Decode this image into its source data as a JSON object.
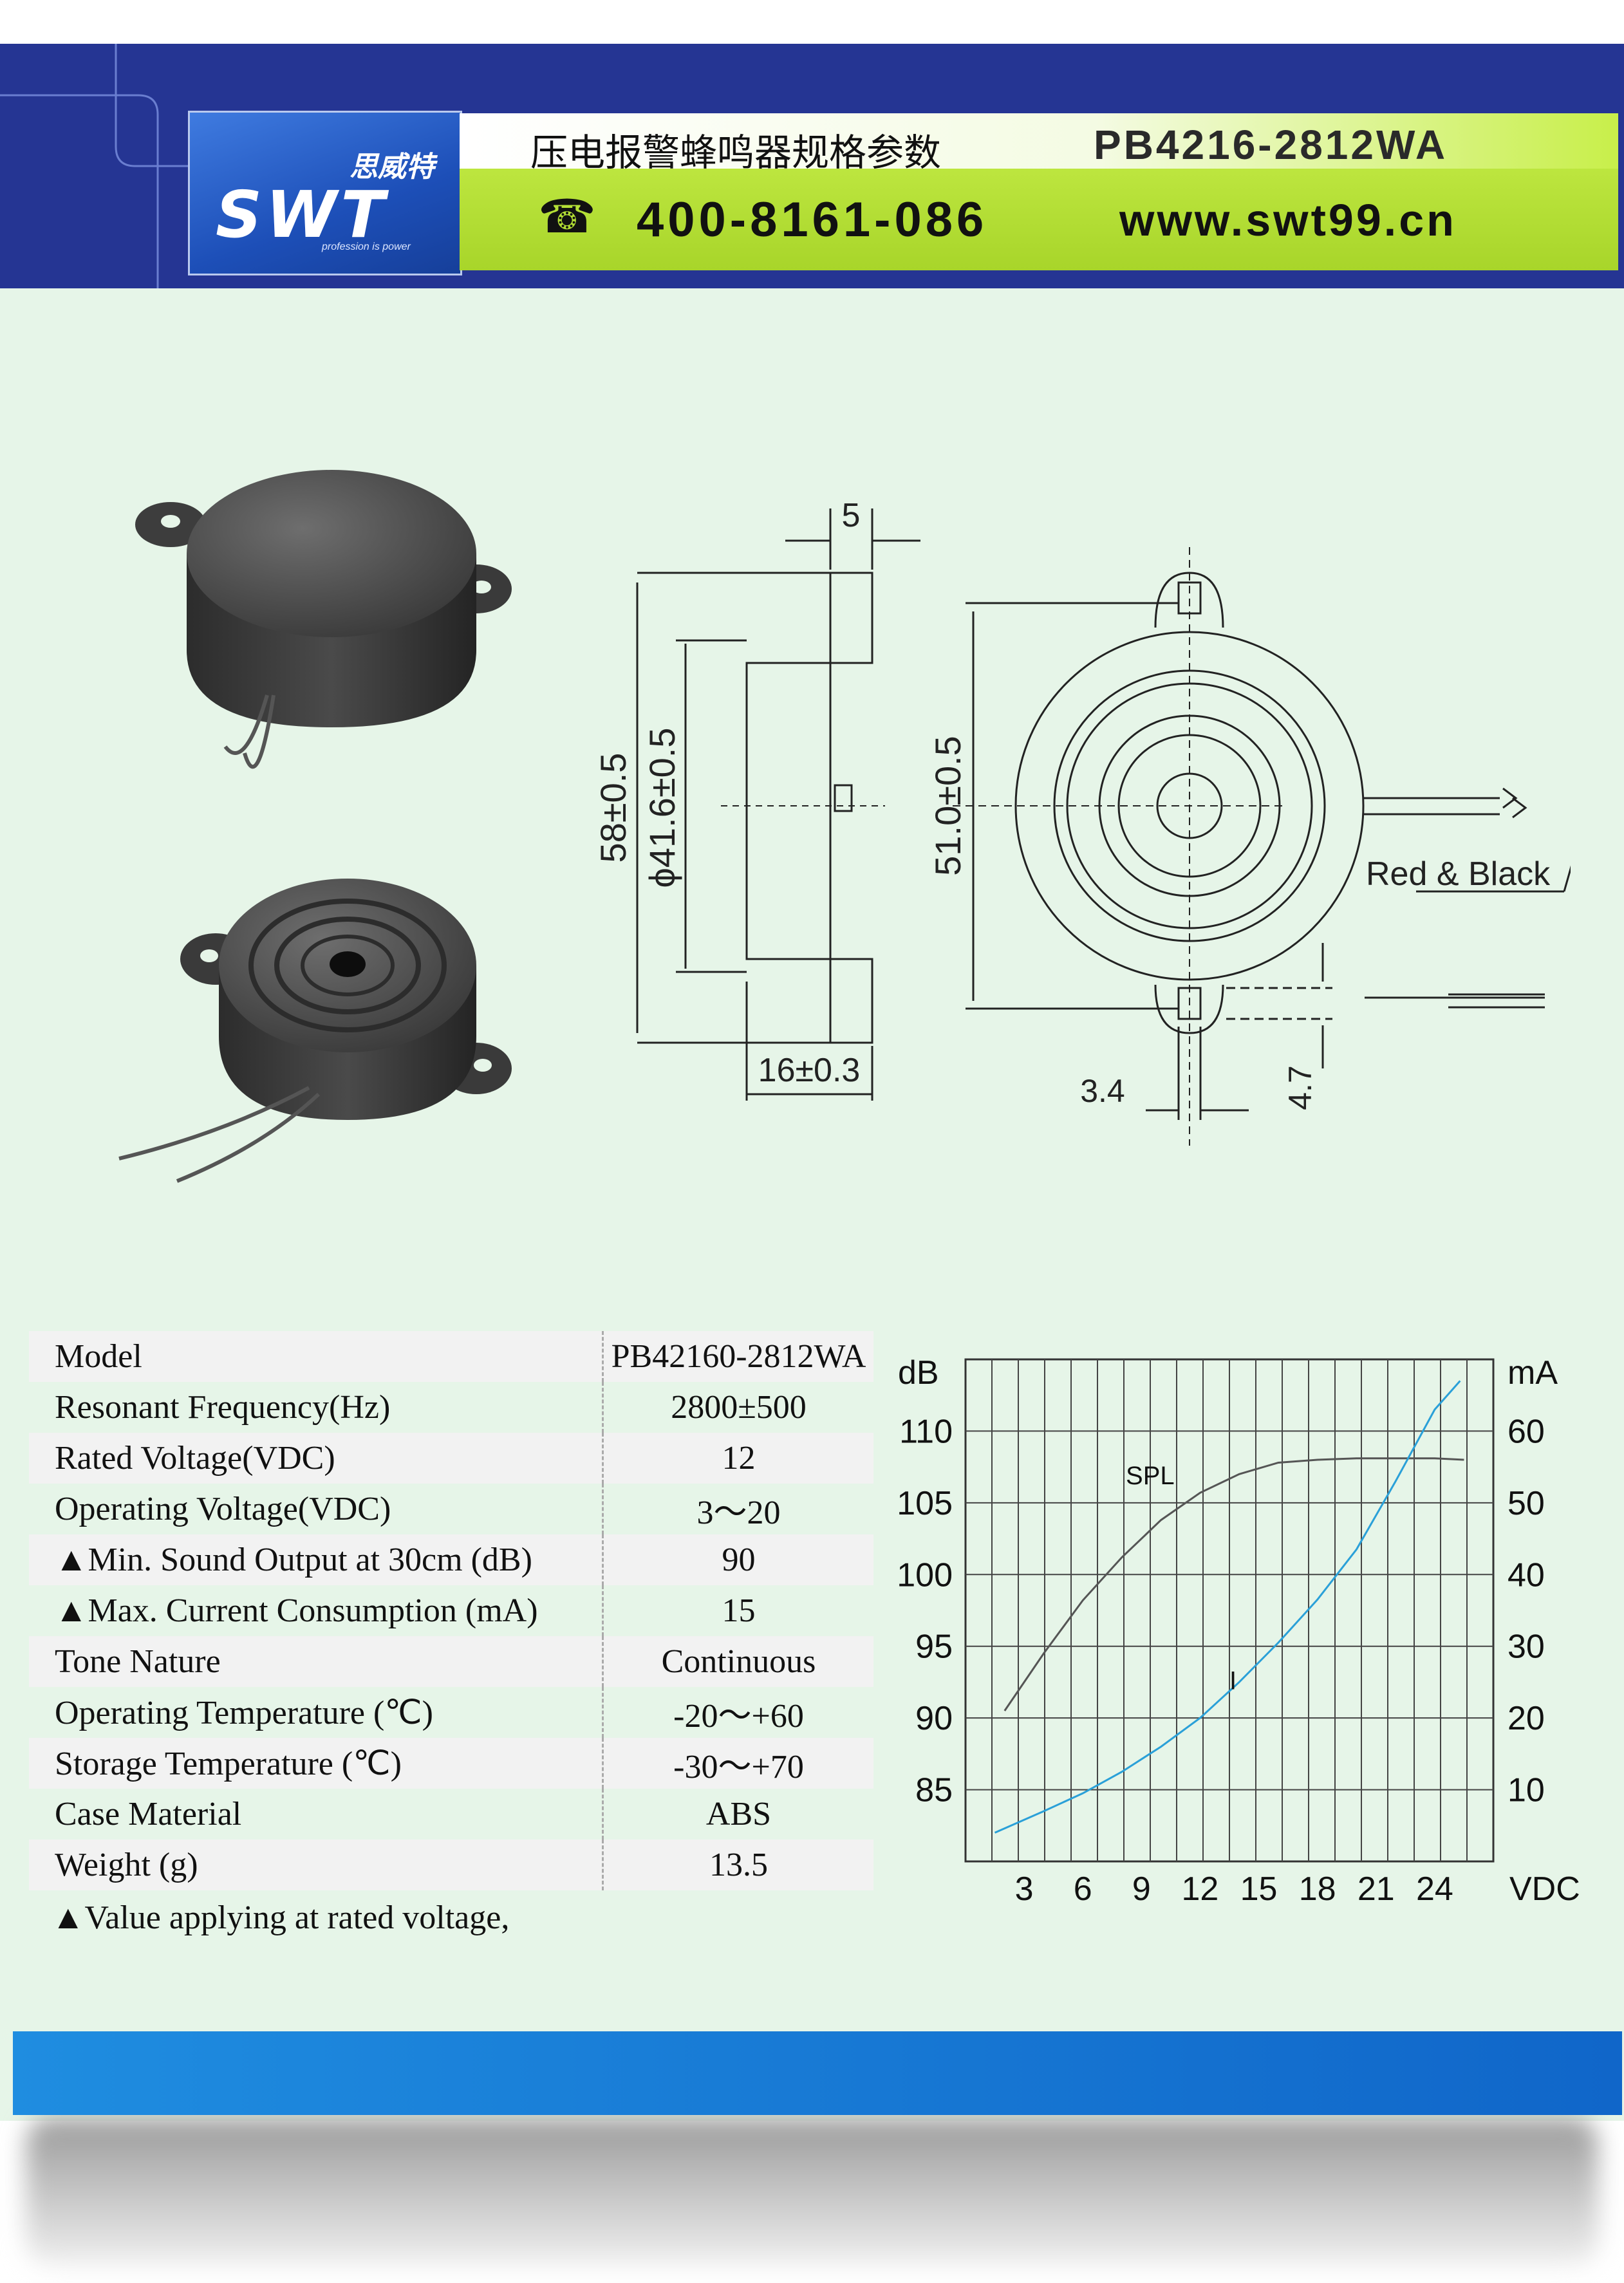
{
  "header": {
    "logo_cn": "思威特",
    "logo_en": "SWT",
    "logo_slogan": "profession is power",
    "title_cn": "压电报警蜂鸣器规格参数",
    "title_model": "PB4216-2812WA",
    "phone_icon": "telephone-icon",
    "phone": "400-8161-086",
    "website": "www.swt99.cn"
  },
  "drawing": {
    "dim_thickness": "5",
    "dim_total_length": "58±0.5",
    "dim_diameter": "ϕ41.6±0.5",
    "dim_height": "16±0.3",
    "dim_hole_pitch": "51.0±0.5",
    "dim_slot_width": "3.4",
    "dim_slot_height": "4.7",
    "wire_label": "Red & Black"
  },
  "specs": [
    {
      "label": "Model",
      "value": "PB42160-2812WA"
    },
    {
      "label": "Resonant Frequency(Hz)",
      "value": "2800±500"
    },
    {
      "label": "Rated Voltage(VDC)",
      "value": "12"
    },
    {
      "label": "Operating Voltage(VDC)",
      "value": "3～20"
    },
    {
      "label": "▲Min. Sound Output at 30cm (dB)",
      "value": "90"
    },
    {
      "label": "▲Max. Current Consumption (mA)",
      "value": "15"
    },
    {
      "label": "Tone  Nature",
      "value": "Continuous"
    },
    {
      "label": "Operating Temperature (℃)",
      "value": "-20～+60"
    },
    {
      "label": "Storage Temperature (℃)",
      "value": "-30～+70"
    },
    {
      "label": "Case Material",
      "value": "ABS"
    },
    {
      "label": "Weight (g)",
      "value": "13.5"
    }
  ],
  "footnote": "▲Value applying at rated voltage,",
  "colors": {
    "header_blue": "#253593",
    "header_green": "#b8e23a",
    "page_bg": "#e6f5e8",
    "current_curve": "#2aa0d8"
  },
  "chart_data": {
    "type": "line",
    "xlabel": "VDC",
    "ylabel_left": "dB",
    "ylabel_right": "mA",
    "x_ticks": [
      3,
      6,
      9,
      12,
      15,
      18,
      21,
      24
    ],
    "y_left_ticks": [
      85,
      90,
      95,
      100,
      105,
      110
    ],
    "y_right_ticks": [
      10,
      20,
      30,
      40,
      50,
      60
    ],
    "xlim": [
      0,
      27
    ],
    "ylim_left": [
      80,
      115
    ],
    "ylim_right": [
      0,
      70
    ],
    "grid": true,
    "series": [
      {
        "name": "SPL",
        "axis": "left",
        "x": [
          2,
          4,
          6,
          8,
          10,
          12,
          14,
          16,
          18,
          20,
          22,
          24,
          25.5
        ],
        "y": [
          90.5,
          94.5,
          98.2,
          101.2,
          103.8,
          105.7,
          107.0,
          107.8,
          108.0,
          108.1,
          108.1,
          108.1,
          108.0
        ]
      },
      {
        "name": "I",
        "axis": "right",
        "x": [
          1.5,
          4,
          6,
          8,
          10,
          12,
          14,
          16,
          18,
          20,
          22,
          24,
          25.3
        ],
        "y": [
          4,
          7,
          9.5,
          12.5,
          16,
          20,
          25,
          30.5,
          36.5,
          43.5,
          53,
          63,
          67
        ]
      }
    ]
  }
}
